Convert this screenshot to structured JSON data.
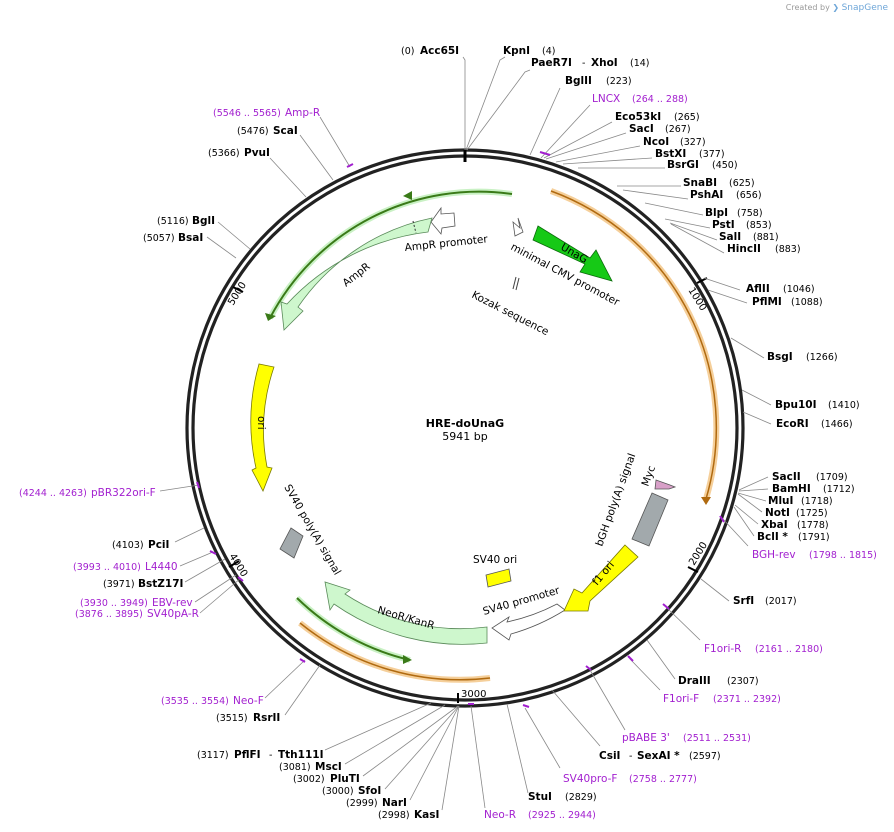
{
  "credit": {
    "text": "Created by",
    "brand": "SnapGene"
  },
  "plasmid": {
    "name": "HRE-doUnaG",
    "size_label": "5941 bp",
    "length": 5941
  },
  "colors": {
    "feature_green": "#cef7cd",
    "unag_green": "#16c916",
    "ori_yellow": "#ffff00",
    "polyA_gray": "#a2a9ac",
    "primer_purple": "#a21fcf",
    "orange_arc": "#f0b062",
    "dark_green_arc": "#3a7a18",
    "myc_pink": "#d8a0c8"
  },
  "ticks": [
    "1000",
    "2000",
    "3000",
    "4000",
    "5000"
  ],
  "sites": [
    {
      "name": "Acc65I",
      "pos": "(0)"
    },
    {
      "name": "KpnI",
      "pos": "(4)"
    },
    {
      "name": "PaeR7I",
      "pos": "(14)",
      "sep": "-",
      "name2": "XhoI"
    },
    {
      "name": "BglII",
      "pos": "(223)"
    },
    {
      "name": "Eco53kI",
      "pos": "(265)"
    },
    {
      "name": "SacI",
      "pos": "(267)"
    },
    {
      "name": "NcoI",
      "pos": "(327)"
    },
    {
      "name": "BstXI",
      "pos": "(377)"
    },
    {
      "name": "BsrGI",
      "pos": "(450)"
    },
    {
      "name": "SnaBI",
      "pos": "(625)"
    },
    {
      "name": "PshAI",
      "pos": "(656)"
    },
    {
      "name": "BlpI",
      "pos": "(758)"
    },
    {
      "name": "PstI",
      "pos": "(853)"
    },
    {
      "name": "SalI",
      "pos": "(881)"
    },
    {
      "name": "HincII",
      "pos": "(883)"
    },
    {
      "name": "AflII",
      "pos": "(1046)"
    },
    {
      "name": "PflMI",
      "pos": "(1088)"
    },
    {
      "name": "BsgI",
      "pos": "(1266)"
    },
    {
      "name": "Bpu10I",
      "pos": "(1410)"
    },
    {
      "name": "EcoRI",
      "pos": "(1466)"
    },
    {
      "name": "SacII",
      "pos": "(1709)"
    },
    {
      "name": "BamHI",
      "pos": "(1712)"
    },
    {
      "name": "MluI",
      "pos": "(1718)"
    },
    {
      "name": "NotI",
      "pos": "(1725)"
    },
    {
      "name": "XbaI",
      "pos": "(1778)"
    },
    {
      "name": "BclI *",
      "pos": "(1791)"
    },
    {
      "name": "SrfI",
      "pos": "(2017)"
    },
    {
      "name": "DraIII",
      "pos": "(2307)"
    },
    {
      "name": "CsiI",
      "pos": "(2597)",
      "sep": "-",
      "name2": "SexAI *"
    },
    {
      "name": "StuI",
      "pos": "(2829)"
    },
    {
      "name": "KasI",
      "pos": "(2998)"
    },
    {
      "name": "NarI",
      "pos": "(2999)"
    },
    {
      "name": "SfoI",
      "pos": "(3000)"
    },
    {
      "name": "PluTI",
      "pos": "(3002)"
    },
    {
      "name": "MscI",
      "pos": "(3081)"
    },
    {
      "name": "PflFI",
      "pos": "(3117)",
      "sep": "-",
      "name2": "Tth111I"
    },
    {
      "name": "RsrII",
      "pos": "(3515)"
    },
    {
      "name": "BstZ17I",
      "pos": "(3971)"
    },
    {
      "name": "PciI",
      "pos": "(4103)"
    },
    {
      "name": "BsaI",
      "pos": "(5057)"
    },
    {
      "name": "BglI",
      "pos": "(5116)"
    },
    {
      "name": "PvuI",
      "pos": "(5366)"
    },
    {
      "name": "ScaI",
      "pos": "(5476)"
    }
  ],
  "primers": [
    {
      "name": "LNCX",
      "pos": "(264 .. 288)"
    },
    {
      "name": "BGH-rev",
      "pos": "(1798 .. 1815)"
    },
    {
      "name": "F1ori-R",
      "pos": "(2161 .. 2180)"
    },
    {
      "name": "F1ori-F",
      "pos": "(2371 .. 2392)"
    },
    {
      "name": "pBABE 3'",
      "pos": "(2511 .. 2531)"
    },
    {
      "name": "SV40pro-F",
      "pos": "(2758 .. 2777)"
    },
    {
      "name": "Neo-R",
      "pos": "(2925 .. 2944)"
    },
    {
      "name": "Neo-F",
      "pos": "(3535 .. 3554)"
    },
    {
      "name": "SV40pA-R",
      "pos": "(3876 .. 3895)"
    },
    {
      "name": "EBV-rev",
      "pos": "(3930 .. 3949)"
    },
    {
      "name": "L4440",
      "pos": "(3993 .. 4010)"
    },
    {
      "name": "pBR322ori-F",
      "pos": "(4244 .. 4263)"
    },
    {
      "name": "Amp-R",
      "pos": "(5546 .. 5565)"
    }
  ],
  "features": [
    {
      "name": "UnaG"
    },
    {
      "name": "minimal CMV promoter"
    },
    {
      "name": "Kozak sequence"
    },
    {
      "name": "AmpR promoter"
    },
    {
      "name": "AmpR"
    },
    {
      "name": "ori"
    },
    {
      "name": "SV40 poly(A) signal"
    },
    {
      "name": "NeoR/KanR"
    },
    {
      "name": "SV40 promoter"
    },
    {
      "name": "SV40 ori"
    },
    {
      "name": "f1 ori"
    },
    {
      "name": "bGH poly(A) signal"
    },
    {
      "name": "Myc"
    }
  ]
}
